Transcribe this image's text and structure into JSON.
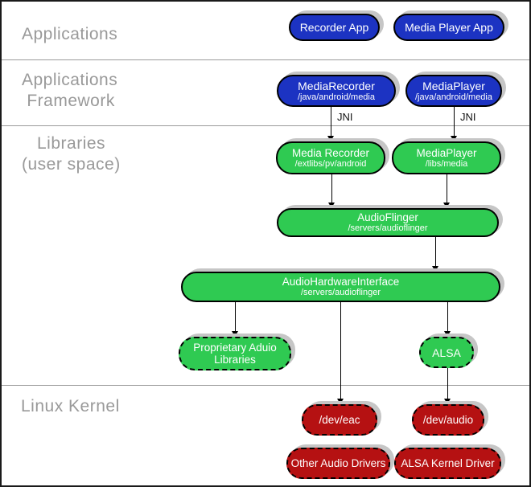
{
  "sections": {
    "applications": "Applications",
    "framework": "Applications\n Framework",
    "libraries": "   Libraries\n(user space)",
    "kernel": "Linux Kernel"
  },
  "jni": {
    "left": "JNI",
    "right": "JNI"
  },
  "nodes": {
    "recorder_app": {
      "title": "Recorder App"
    },
    "media_player_app": {
      "title": "Media Player App"
    },
    "media_recorder_fw": {
      "title": "MediaRecorder",
      "subtitle": "/java/android/media"
    },
    "media_player_fw": {
      "title": "MediaPlayer",
      "subtitle": "/java/android/media"
    },
    "media_recorder_lib": {
      "title": "Media Recorder",
      "subtitle": "/extlibs/pv/android"
    },
    "media_player_lib": {
      "title": "MediaPlayer",
      "subtitle": "/libs/media"
    },
    "audioflinger": {
      "title": "AudioFlinger",
      "subtitle": "/servers/audioflinger"
    },
    "audio_hardware_interface": {
      "title": "AudioHardwareInterface",
      "subtitle": "/servers/audioflinger"
    },
    "proprietary_audio_libraries": {
      "title": "Proprietary Aduio",
      "subtitle": "Libraries"
    },
    "alsa": {
      "title": "ALSA"
    },
    "dev_eac": {
      "title": "/dev/eac"
    },
    "dev_audio": {
      "title": "/dev/audio"
    },
    "other_audio_drivers": {
      "title": "Other Audio Drivers"
    },
    "alsa_kernel_driver": {
      "title": "ALSA Kernel Driver"
    }
  },
  "colors": {
    "app_blue": "#1c33c2",
    "lib_green": "#2fca52",
    "kernel_red": "#b51112",
    "shadow_gray": "#c6c6c6",
    "label_gray": "#999999"
  }
}
